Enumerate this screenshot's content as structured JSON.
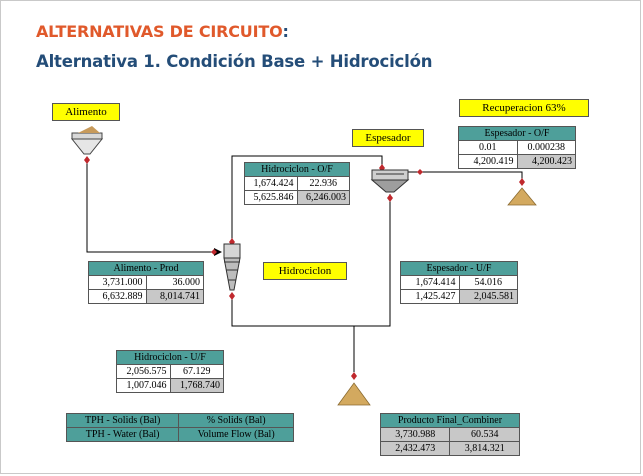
{
  "header": {
    "title": "ALTERNATIVAS DE CIRCUITO",
    "colon": ":",
    "subtitle": "Alternativa 1. Condición Base  + Hidrociclón"
  },
  "labels": {
    "alimento": "Alimento",
    "espesador": "Espesador",
    "hidrociclon": "Hidrociclon",
    "recuperacion": "Recuperacion 63%"
  },
  "tables": {
    "alimento_prod": {
      "title": "Alimento - Prod",
      "rows": [
        [
          "3,731.000",
          "36.000"
        ],
        [
          "6,632.889",
          "8,014.741"
        ]
      ]
    },
    "hidrociclon_of": {
      "title": "Hidrociclon - O/F",
      "rows": [
        [
          "1,674.424",
          "22.936"
        ],
        [
          "5,625.846",
          "6,246.003"
        ]
      ]
    },
    "hidrociclon_uf": {
      "title": "Hidrociclon - U/F",
      "rows": [
        [
          "2,056.575",
          "67.129"
        ],
        [
          "1,007.046",
          "1,768.740"
        ]
      ]
    },
    "espesador_of": {
      "title": "Espesador - O/F",
      "rows": [
        [
          "0.01",
          "0.000238"
        ],
        [
          "4,200.419",
          "4,200.423"
        ]
      ]
    },
    "espesador_uf": {
      "title": "Espesador - U/F",
      "rows": [
        [
          "1,674.414",
          "54.016"
        ],
        [
          "1,425.427",
          "2,045.581"
        ]
      ]
    },
    "producto_final": {
      "title": "Producto Final_Combiner",
      "rows": [
        [
          "3,730.988",
          "60.534"
        ],
        [
          "2,432.473",
          "3,814.321"
        ]
      ]
    }
  },
  "legend": {
    "rows": [
      [
        "TPH - Solids (Bal)",
        "% Solids (Bal)"
      ],
      [
        "TPH - Water (Bal)",
        "Volume Flow (Bal)"
      ]
    ]
  },
  "colors": {
    "title_orange": "#e0592b",
    "subtitle_blue": "#244d78",
    "header_teal": "#4e9f9a",
    "label_yellow": "#ffff00",
    "stream_red": "#c0282d"
  }
}
